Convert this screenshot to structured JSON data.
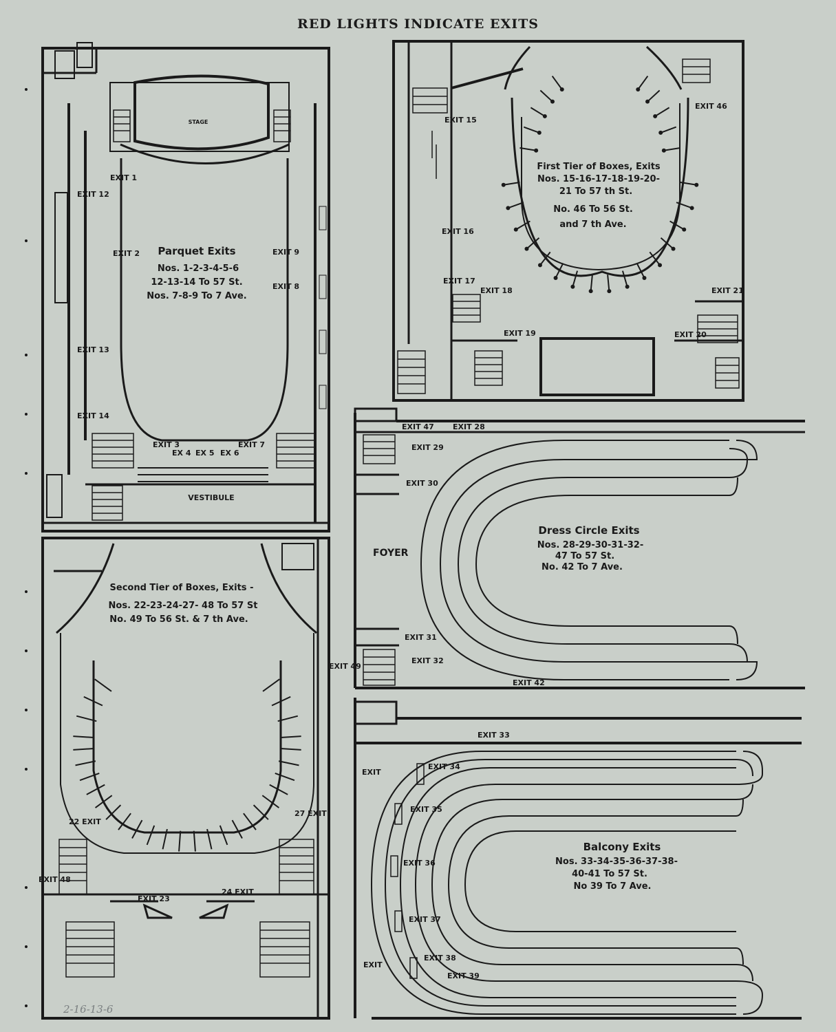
{
  "page": {
    "title": "RED LIGHTS INDICATE EXITS",
    "annotation": "2-16-13-6"
  },
  "colors": {
    "paper": "#c9cfc9",
    "ink": "#1a1a1a"
  },
  "parquet": {
    "title": "Parquet Exits",
    "lines": [
      "Nos. 1-2-3-4-5-6",
      "12-13-14 To 57 St.",
      "Nos. 7-8-9 To 7 Ave."
    ],
    "stage": "STAGE",
    "vestibule": "VESTIBULE",
    "exits": {
      "e1": "EXIT 1",
      "e2": "EXIT 2",
      "e3": "EXIT 3",
      "e4": "EX 4",
      "e5": "EX 5",
      "e6": "EX 6",
      "e7": "EXIT 7",
      "e8": "EXIT 8",
      "e9": "EXIT 9",
      "e12": "EXIT 12",
      "e13": "EXIT 13",
      "e14": "EXIT 14"
    }
  },
  "first_tier": {
    "title": "First Tier of Boxes, Exits",
    "lines": [
      "Nos. 15-16-17-18-19-20-",
      "21 To 57 th St.",
      "No. 46 To 56 St.",
      "and 7 th Ave."
    ],
    "exits": {
      "e15": "EXIT 15",
      "e16": "EXIT 16",
      "e17": "EXIT 17",
      "e18": "EXIT 18",
      "e19": "EXIT 19",
      "e20": "EXIT 20",
      "e21": "EXIT 21",
      "e46": "EXIT 46"
    }
  },
  "second_tier": {
    "title": "Second Tier of Boxes, Exits -",
    "lines": [
      "Nos. 22-23-24-27- 48 To 57 St",
      "No. 49 To 56 St. & 7 th Ave."
    ],
    "exits": {
      "e22": "22 EXIT",
      "e23": "EXIT 23",
      "e24": "24 EXIT",
      "e27": "27 EXIT",
      "e48": "EXIT 48",
      "e49": "EXIT 49"
    }
  },
  "dress_circle": {
    "title": "Dress Circle Exits",
    "lines": [
      "Nos. 28-29-30-31-32-",
      "47 To 57 St.",
      "No. 42 To 7 Ave."
    ],
    "foyer": "FOYER",
    "exits": {
      "e28": "EXIT 28",
      "e29": "EXIT 29",
      "e30": "EXIT 30",
      "e31": "EXIT 31",
      "e32": "EXIT 32",
      "e42": "EXIT 42",
      "e47": "EXIT 47"
    }
  },
  "balcony": {
    "title": "Balcony Exits",
    "lines": [
      "Nos. 33-34-35-36-37-38-",
      "40-41 To 57 St.",
      "No 39 To 7 Ave."
    ],
    "exits": {
      "e33": "EXIT 33",
      "e34": "EXIT 34",
      "e35": "EXIT 35",
      "e36": "EXIT 36",
      "e37": "EXIT 37",
      "e38": "EXIT 38",
      "e39": "EXIT 39",
      "ex_top": "EXIT",
      "ex_bottom": "EXIT"
    }
  }
}
